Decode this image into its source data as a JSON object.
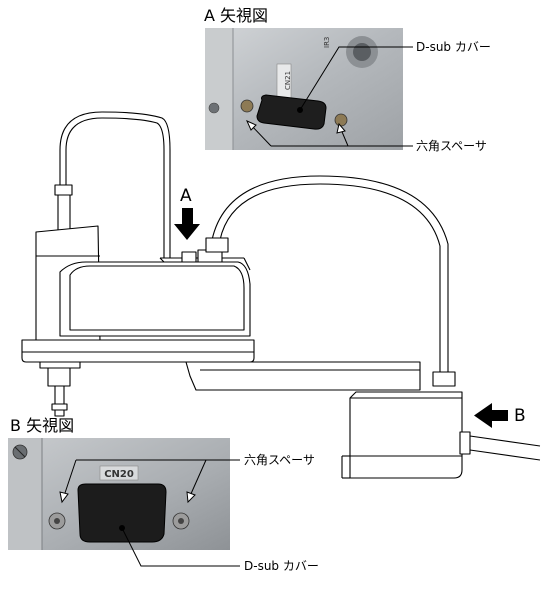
{
  "view_a": {
    "title": "A 矢視図",
    "arrow_label": "A",
    "label_cover": "D-sub カバー",
    "label_spacer": "六角スペーサ",
    "connector_text": "CN21",
    "side_text": "IR3"
  },
  "view_b": {
    "title": "B 矢視図",
    "arrow_label": "B",
    "label_cover": "D-sub カバー",
    "label_spacer": "六角スペーサ",
    "connector_text": "CN20"
  },
  "colors": {
    "line": "#000000",
    "photo_plate": "#b8bcc0",
    "cover": "#1a1a1a"
  }
}
